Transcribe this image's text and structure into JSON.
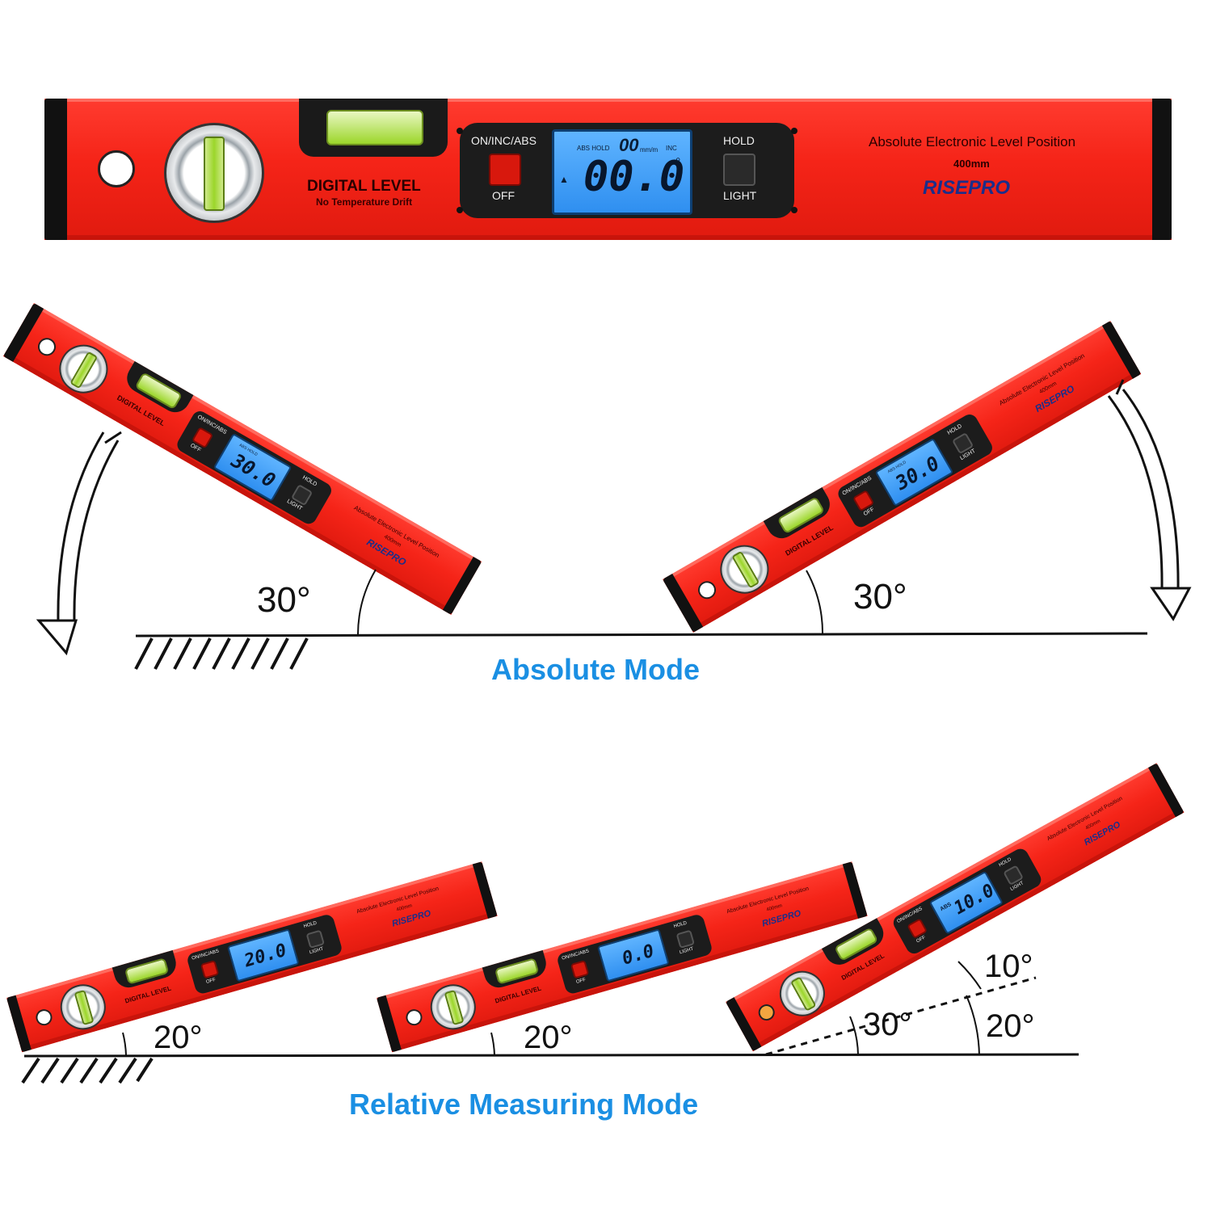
{
  "level": {
    "on_button_label": "ON/INC/ABS",
    "off_label": "OFF",
    "hold_label": "HOLD",
    "light_label": "LIGHT",
    "title_main": "DIGITAL LEVEL",
    "title_sub": "No Temperature Drift",
    "right_heading": "Absolute Electronic Level Position",
    "right_size": "400mm",
    "brand": "RISEPRO",
    "lcd_flags": "ABS HOLD",
    "lcd_small_value": "00",
    "lcd_unit": "mm/m",
    "lcd_inc": "INC",
    "lcd_main_value": "00.0",
    "lcd_degree": "°",
    "lcd_arrow": "▲"
  },
  "absolute_mode": {
    "label": "Absolute Mode",
    "left_angle": "30°",
    "right_angle": "30°",
    "left_display": "30.0",
    "right_display": "30.0",
    "display_flag": "ABS HOLD"
  },
  "relative_mode": {
    "label": "Relative Measuring Mode",
    "level1_display": "20.0",
    "level1_angle": "20°",
    "level2_display": "0.0",
    "level2_angle": "20°",
    "level3_display": "10.0",
    "level3_flag": "ABS",
    "level3_angle_top": "10°",
    "level3_angle_mid": "30°",
    "level3_angle_bottom": "20°"
  },
  "colors": {
    "level_red": "#f52418",
    "lcd_blue": "#3fa0ff",
    "mode_label_blue": "#1a8fe3"
  }
}
